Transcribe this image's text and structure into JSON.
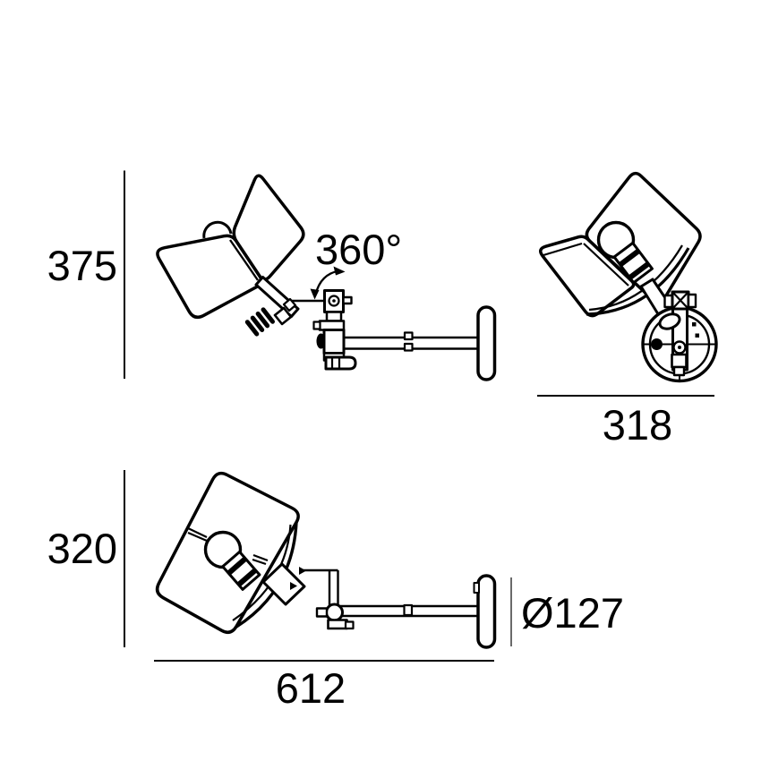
{
  "drawing": {
    "colors": {
      "background": "#ffffff",
      "line": "#000000",
      "extension_line": "#5a5a5a"
    },
    "views": {
      "upper_side": {
        "height_dim": "375",
        "rotation_dim": "360°"
      },
      "upper_front": {
        "width_dim": "318"
      },
      "lower_side": {
        "height_dim": "320",
        "projection_dim": "612",
        "plate_diameter_dim": "Ø127"
      }
    }
  }
}
